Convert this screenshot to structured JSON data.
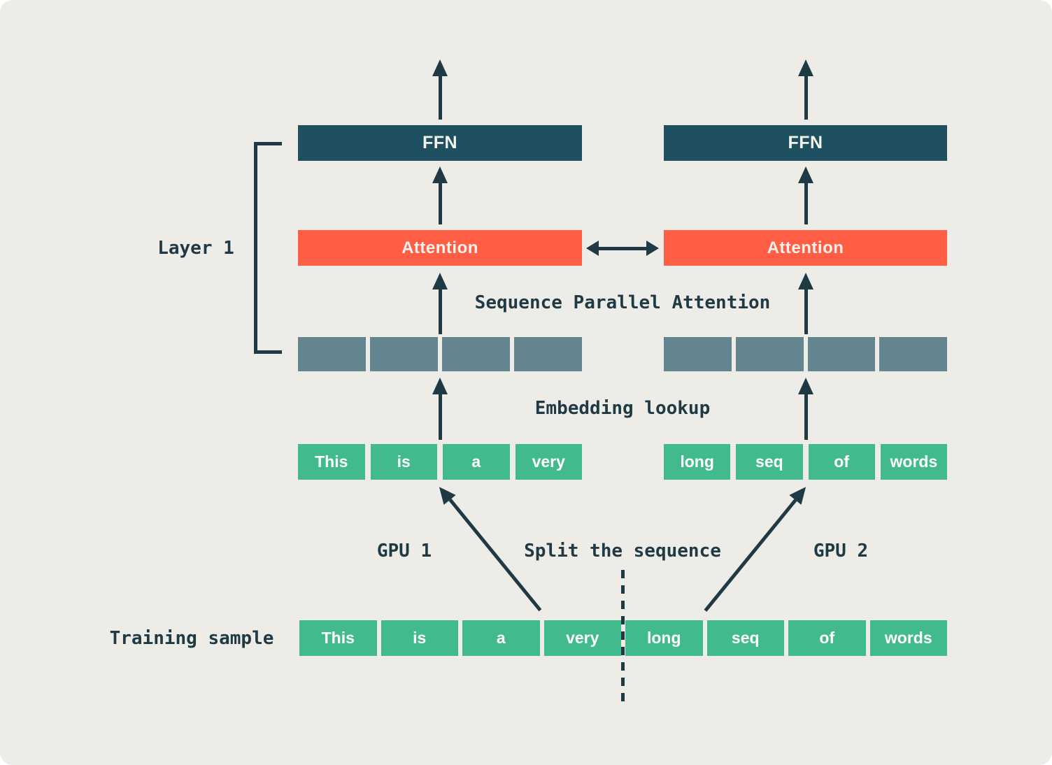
{
  "diagram": {
    "labels": {
      "layer": "Layer 1",
      "sequence_parallel": "Sequence Parallel Attention",
      "embedding_lookup": "Embedding lookup",
      "gpu1": "GPU 1",
      "split": "Split the sequence",
      "gpu2": "GPU 2",
      "training_sample": "Training sample"
    },
    "gpu1_column": {
      "ffn_label": "FFN",
      "attention_label": "Attention",
      "tokens": [
        "This",
        "is",
        "a",
        "very"
      ]
    },
    "gpu2_column": {
      "ffn_label": "FFN",
      "attention_label": "Attention",
      "tokens": [
        "long",
        "seq",
        "of",
        "words"
      ]
    },
    "training_tokens": [
      "This",
      "is",
      "a",
      "very",
      "long",
      "seq",
      "of",
      "words"
    ],
    "colors": {
      "background": "#edece7",
      "ink": "#1f3a44",
      "ffn": "#1e5062",
      "attention": "#ff5e45",
      "embedding": "#62858f",
      "token": "#42bb8c"
    }
  }
}
